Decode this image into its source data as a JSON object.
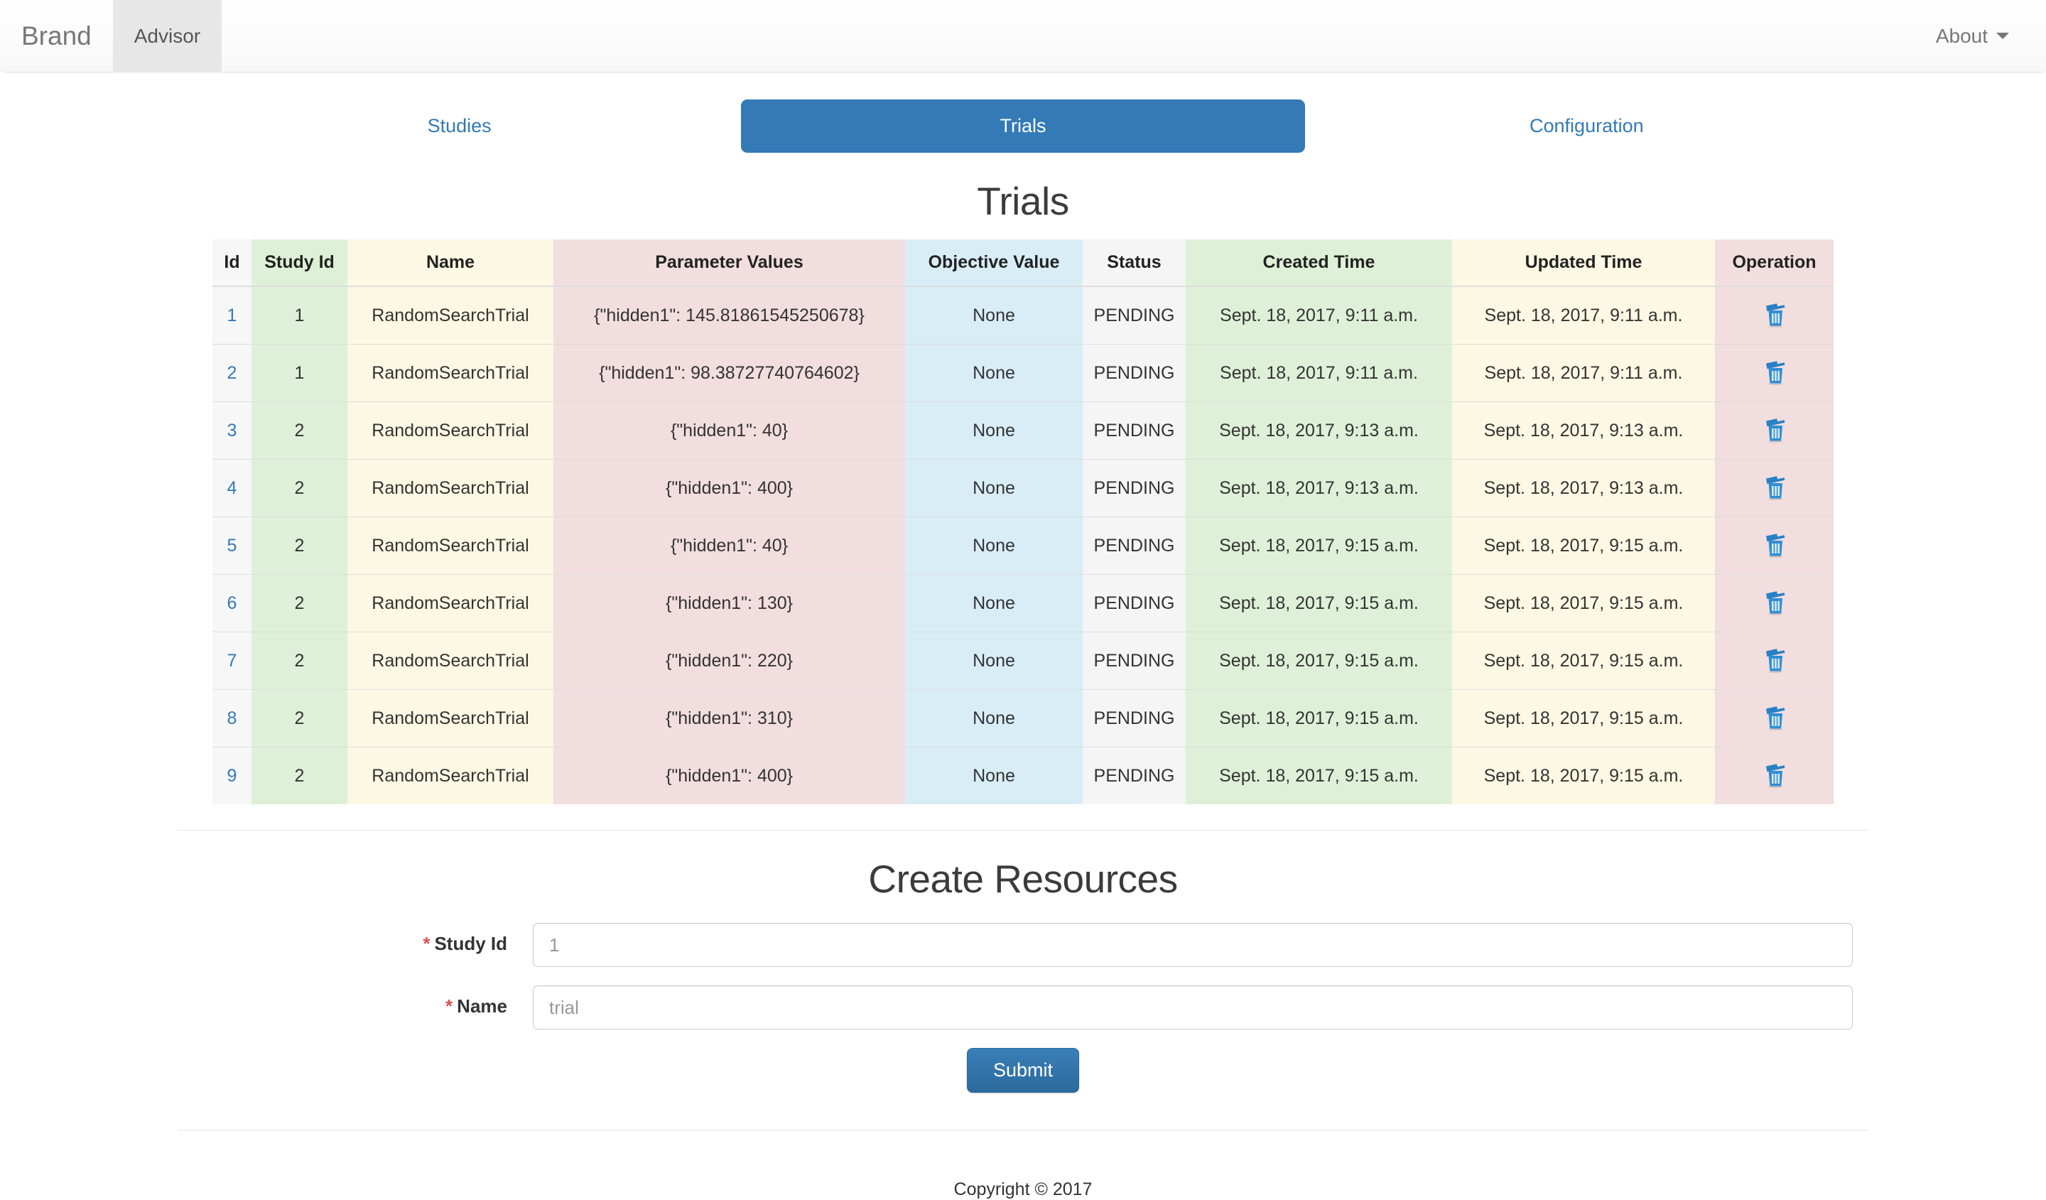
{
  "navbar": {
    "brand": "Brand",
    "items": [
      {
        "label": "Advisor",
        "active": true
      }
    ],
    "right": {
      "about_label": "About",
      "caret_icon": "caret-down-icon"
    }
  },
  "tabs": [
    {
      "label": "Studies",
      "active": false
    },
    {
      "label": "Trials",
      "active": true
    },
    {
      "label": "Configuration",
      "active": false
    }
  ],
  "page": {
    "title": "Trials"
  },
  "table": {
    "columns": [
      "Id",
      "Study Id",
      "Name",
      "Parameter Values",
      "Objective Value",
      "Status",
      "Created Time",
      "Updated Time",
      "Operation"
    ],
    "delete_icon": "trash-icon",
    "rows": [
      {
        "id": "1",
        "study_id": "1",
        "name": "RandomSearchTrial",
        "parameter_values": "{\"hidden1\": 145.81861545250678}",
        "objective_value": "None",
        "status": "PENDING",
        "created_time": "Sept. 18, 2017, 9:11 a.m.",
        "updated_time": "Sept. 18, 2017, 9:11 a.m."
      },
      {
        "id": "2",
        "study_id": "1",
        "name": "RandomSearchTrial",
        "parameter_values": "{\"hidden1\": 98.38727740764602}",
        "objective_value": "None",
        "status": "PENDING",
        "created_time": "Sept. 18, 2017, 9:11 a.m.",
        "updated_time": "Sept. 18, 2017, 9:11 a.m."
      },
      {
        "id": "3",
        "study_id": "2",
        "name": "RandomSearchTrial",
        "parameter_values": "{\"hidden1\": 40}",
        "objective_value": "None",
        "status": "PENDING",
        "created_time": "Sept. 18, 2017, 9:13 a.m.",
        "updated_time": "Sept. 18, 2017, 9:13 a.m."
      },
      {
        "id": "4",
        "study_id": "2",
        "name": "RandomSearchTrial",
        "parameter_values": "{\"hidden1\": 400}",
        "objective_value": "None",
        "status": "PENDING",
        "created_time": "Sept. 18, 2017, 9:13 a.m.",
        "updated_time": "Sept. 18, 2017, 9:13 a.m."
      },
      {
        "id": "5",
        "study_id": "2",
        "name": "RandomSearchTrial",
        "parameter_values": "{\"hidden1\": 40}",
        "objective_value": "None",
        "status": "PENDING",
        "created_time": "Sept. 18, 2017, 9:15 a.m.",
        "updated_time": "Sept. 18, 2017, 9:15 a.m."
      },
      {
        "id": "6",
        "study_id": "2",
        "name": "RandomSearchTrial",
        "parameter_values": "{\"hidden1\": 130}",
        "objective_value": "None",
        "status": "PENDING",
        "created_time": "Sept. 18, 2017, 9:15 a.m.",
        "updated_time": "Sept. 18, 2017, 9:15 a.m."
      },
      {
        "id": "7",
        "study_id": "2",
        "name": "RandomSearchTrial",
        "parameter_values": "{\"hidden1\": 220}",
        "objective_value": "None",
        "status": "PENDING",
        "created_time": "Sept. 18, 2017, 9:15 a.m.",
        "updated_time": "Sept. 18, 2017, 9:15 a.m."
      },
      {
        "id": "8",
        "study_id": "2",
        "name": "RandomSearchTrial",
        "parameter_values": "{\"hidden1\": 310}",
        "objective_value": "None",
        "status": "PENDING",
        "created_time": "Sept. 18, 2017, 9:15 a.m.",
        "updated_time": "Sept. 18, 2017, 9:15 a.m."
      },
      {
        "id": "9",
        "study_id": "2",
        "name": "RandomSearchTrial",
        "parameter_values": "{\"hidden1\": 400}",
        "objective_value": "None",
        "status": "PENDING",
        "created_time": "Sept. 18, 2017, 9:15 a.m.",
        "updated_time": "Sept. 18, 2017, 9:15 a.m."
      }
    ]
  },
  "form": {
    "title": "Create Resources",
    "required_marker": "*",
    "fields": [
      {
        "label": "Study Id",
        "value": "",
        "placeholder": "1"
      },
      {
        "label": "Name",
        "value": "",
        "placeholder": "trial"
      }
    ],
    "submit_label": "Submit"
  },
  "footer": {
    "copyright": "Copyright © 2017"
  },
  "colors": {
    "primary": "#337ab7",
    "link": "#337ab7",
    "required": "#d9534f",
    "col_study": "#dff0d8",
    "col_name": "#fcf8e3",
    "col_param": "#f2dede",
    "col_obj": "#d9edf7",
    "col_created": "#dff0d8",
    "col_updated": "#fcf8e3",
    "col_operation": "#f2dede"
  }
}
